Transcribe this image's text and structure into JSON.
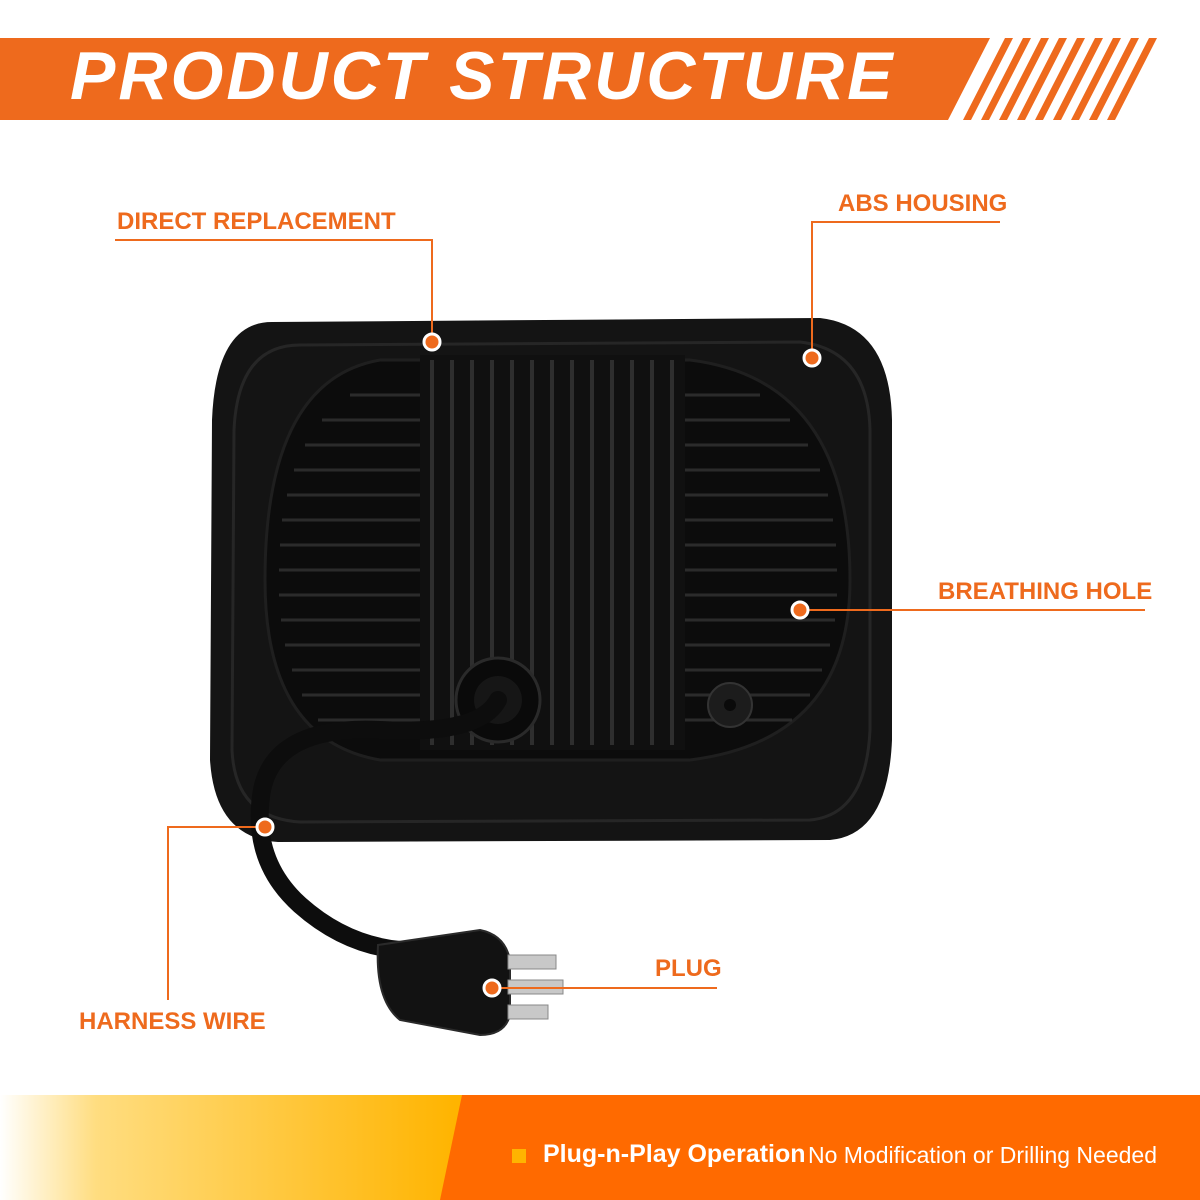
{
  "header": {
    "title": "PRODUCT STRUCTURE",
    "color_accent": "#ee6a1d"
  },
  "callouts": {
    "direct_replacement": "DIRECT REPLACEMENT",
    "abs_housing": "ABS HOUSING",
    "breathing_hole": "BREATHING HOLE",
    "plug": "PLUG",
    "harness_wire": "HARNESS WIRE"
  },
  "footer": {
    "bullet_color": "#ffb400",
    "highlight": "Plug-n-Play Operation",
    "text": "No Modification or Drilling Needed"
  },
  "colors": {
    "orange": "#ee6a1d",
    "yellow": "#ffb400",
    "housing": "#141414"
  }
}
